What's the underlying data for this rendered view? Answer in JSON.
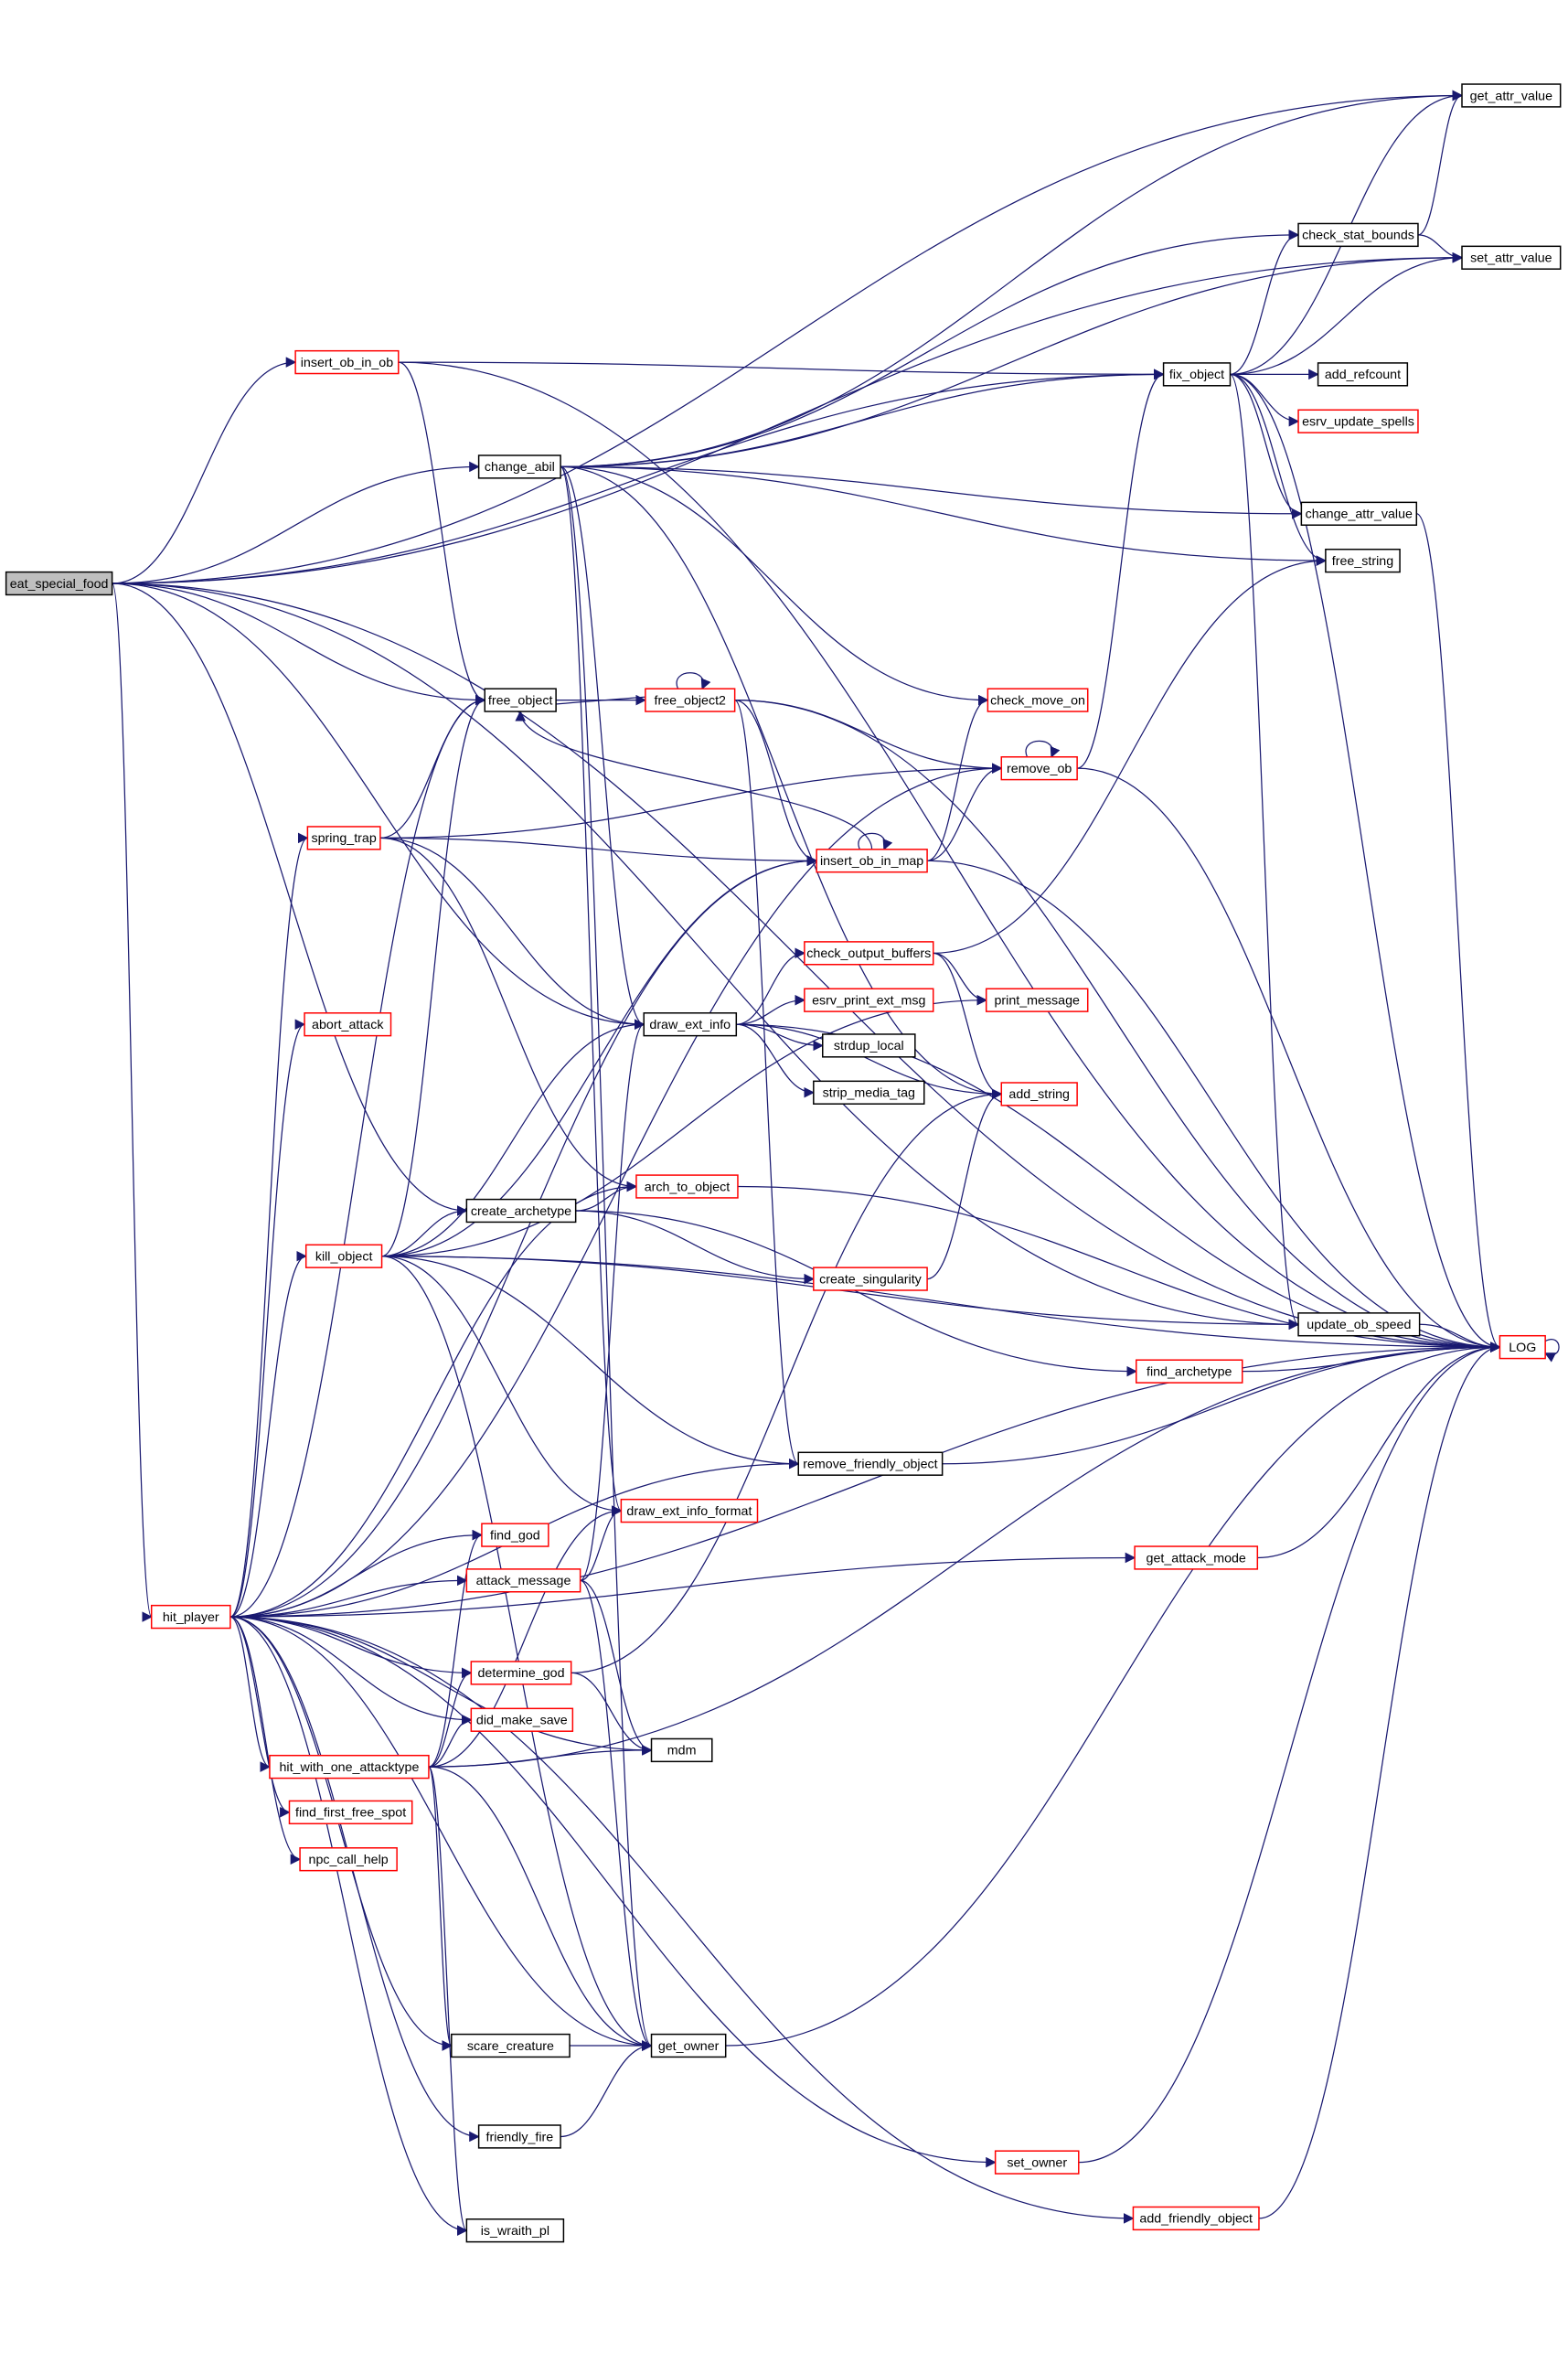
{
  "graph": {
    "title": "eat_special_food call graph",
    "colors": {
      "edge": "#191970",
      "truncated_border": "#ff0000",
      "root_fill": "#bfbfbf"
    },
    "nodes": [
      {
        "id": "eat_special_food",
        "label": "eat_special_food",
        "kind": "root"
      },
      {
        "id": "get_attr_value",
        "label": "get_attr_value",
        "kind": "normal"
      },
      {
        "id": "set_attr_value",
        "label": "set_attr_value",
        "kind": "normal"
      },
      {
        "id": "check_stat_bounds",
        "label": "check_stat_bounds",
        "kind": "normal"
      },
      {
        "id": "fix_object",
        "label": "fix_object",
        "kind": "normal"
      },
      {
        "id": "add_refcount",
        "label": "add_refcount",
        "kind": "normal"
      },
      {
        "id": "esrv_update_spells",
        "label": "esrv_update_spells",
        "kind": "truncated"
      },
      {
        "id": "change_attr_value",
        "label": "change_attr_value",
        "kind": "normal"
      },
      {
        "id": "free_string",
        "label": "free_string",
        "kind": "normal"
      },
      {
        "id": "insert_ob_in_ob",
        "label": "insert_ob_in_ob",
        "kind": "truncated"
      },
      {
        "id": "change_abil",
        "label": "change_abil",
        "kind": "normal"
      },
      {
        "id": "free_object",
        "label": "free_object",
        "kind": "normal"
      },
      {
        "id": "free_object2",
        "label": "free_object2",
        "kind": "truncated"
      },
      {
        "id": "check_move_on",
        "label": "check_move_on",
        "kind": "truncated"
      },
      {
        "id": "remove_ob",
        "label": "remove_ob",
        "kind": "truncated"
      },
      {
        "id": "spring_trap",
        "label": "spring_trap",
        "kind": "truncated"
      },
      {
        "id": "insert_ob_in_map",
        "label": "insert_ob_in_map",
        "kind": "truncated"
      },
      {
        "id": "check_output_buffers",
        "label": "check_output_buffers",
        "kind": "truncated"
      },
      {
        "id": "print_message",
        "label": "print_message",
        "kind": "truncated"
      },
      {
        "id": "esrv_print_ext_msg",
        "label": "esrv_print_ext_msg",
        "kind": "truncated"
      },
      {
        "id": "draw_ext_info",
        "label": "draw_ext_info",
        "kind": "normal"
      },
      {
        "id": "strdup_local",
        "label": "strdup_local",
        "kind": "normal"
      },
      {
        "id": "strip_media_tag",
        "label": "strip_media_tag",
        "kind": "normal"
      },
      {
        "id": "add_string",
        "label": "add_string",
        "kind": "truncated"
      },
      {
        "id": "abort_attack",
        "label": "abort_attack",
        "kind": "truncated"
      },
      {
        "id": "arch_to_object",
        "label": "arch_to_object",
        "kind": "truncated"
      },
      {
        "id": "create_archetype",
        "label": "create_archetype",
        "kind": "normal"
      },
      {
        "id": "kill_object",
        "label": "kill_object",
        "kind": "truncated"
      },
      {
        "id": "create_singularity",
        "label": "create_singularity",
        "kind": "truncated"
      },
      {
        "id": "update_ob_speed",
        "label": "update_ob_speed",
        "kind": "normal"
      },
      {
        "id": "LOG",
        "label": "LOG",
        "kind": "truncated"
      },
      {
        "id": "find_archetype",
        "label": "find_archetype",
        "kind": "truncated"
      },
      {
        "id": "remove_friendly_object",
        "label": "remove_friendly_object",
        "kind": "normal"
      },
      {
        "id": "draw_ext_info_format",
        "label": "draw_ext_info_format",
        "kind": "truncated"
      },
      {
        "id": "get_attack_mode",
        "label": "get_attack_mode",
        "kind": "truncated"
      },
      {
        "id": "find_god",
        "label": "find_god",
        "kind": "truncated"
      },
      {
        "id": "attack_message",
        "label": "attack_message",
        "kind": "truncated"
      },
      {
        "id": "hit_player",
        "label": "hit_player",
        "kind": "truncated"
      },
      {
        "id": "determine_god",
        "label": "determine_god",
        "kind": "truncated"
      },
      {
        "id": "did_make_save",
        "label": "did_make_save",
        "kind": "truncated"
      },
      {
        "id": "mdm",
        "label": "mdm",
        "kind": "normal"
      },
      {
        "id": "hit_with_one_attacktype",
        "label": "hit_with_one_attacktype",
        "kind": "truncated"
      },
      {
        "id": "find_first_free_spot",
        "label": "find_first_free_spot",
        "kind": "truncated"
      },
      {
        "id": "npc_call_help",
        "label": "npc_call_help",
        "kind": "truncated"
      },
      {
        "id": "scare_creature",
        "label": "scare_creature",
        "kind": "normal"
      },
      {
        "id": "get_owner",
        "label": "get_owner",
        "kind": "normal"
      },
      {
        "id": "friendly_fire",
        "label": "friendly_fire",
        "kind": "normal"
      },
      {
        "id": "set_owner",
        "label": "set_owner",
        "kind": "truncated"
      },
      {
        "id": "add_friendly_object",
        "label": "add_friendly_object",
        "kind": "truncated"
      },
      {
        "id": "is_wraith_pl",
        "label": "is_wraith_pl",
        "kind": "normal"
      }
    ],
    "edges": [
      [
        "eat_special_food",
        "get_attr_value"
      ],
      [
        "eat_special_food",
        "set_attr_value"
      ],
      [
        "eat_special_food",
        "fix_object"
      ],
      [
        "eat_special_food",
        "insert_ob_in_ob"
      ],
      [
        "eat_special_food",
        "change_abil"
      ],
      [
        "eat_special_food",
        "free_object"
      ],
      [
        "eat_special_food",
        "draw_ext_info"
      ],
      [
        "eat_special_food",
        "create_archetype"
      ],
      [
        "eat_special_food",
        "hit_player"
      ],
      [
        "eat_special_food",
        "LOG"
      ],
      [
        "eat_special_food",
        "update_ob_speed"
      ],
      [
        "insert_ob_in_ob",
        "fix_object"
      ],
      [
        "insert_ob_in_ob",
        "free_object"
      ],
      [
        "insert_ob_in_ob",
        "LOG"
      ],
      [
        "change_abil",
        "check_stat_bounds"
      ],
      [
        "change_abil",
        "set_attr_value"
      ],
      [
        "change_abil",
        "get_attr_value"
      ],
      [
        "change_abil",
        "fix_object"
      ],
      [
        "change_abil",
        "change_attr_value"
      ],
      [
        "change_abil",
        "free_string"
      ],
      [
        "change_abil",
        "check_move_on"
      ],
      [
        "change_abil",
        "draw_ext_info"
      ],
      [
        "change_abil",
        "draw_ext_info_format"
      ],
      [
        "change_abil",
        "get_owner"
      ],
      [
        "change_abil",
        "add_string"
      ],
      [
        "fix_object",
        "get_attr_value"
      ],
      [
        "fix_object",
        "check_stat_bounds"
      ],
      [
        "fix_object",
        "set_attr_value"
      ],
      [
        "fix_object",
        "add_refcount"
      ],
      [
        "fix_object",
        "esrv_update_spells"
      ],
      [
        "fix_object",
        "change_attr_value"
      ],
      [
        "fix_object",
        "free_string"
      ],
      [
        "fix_object",
        "LOG"
      ],
      [
        "fix_object",
        "update_ob_speed"
      ],
      [
        "check_stat_bounds",
        "get_attr_value"
      ],
      [
        "check_stat_bounds",
        "set_attr_value"
      ],
      [
        "change_attr_value",
        "LOG"
      ],
      [
        "free_object",
        "free_object2"
      ],
      [
        "free_object2",
        "free_object"
      ],
      [
        "free_object2",
        "free_object2"
      ],
      [
        "free_object2",
        "remove_ob"
      ],
      [
        "free_object2",
        "insert_ob_in_map"
      ],
      [
        "free_object2",
        "LOG"
      ],
      [
        "free_object2",
        "remove_friendly_object"
      ],
      [
        "remove_ob",
        "remove_ob"
      ],
      [
        "remove_ob",
        "fix_object"
      ],
      [
        "remove_ob",
        "LOG"
      ],
      [
        "insert_ob_in_map",
        "insert_ob_in_map"
      ],
      [
        "insert_ob_in_map",
        "free_object"
      ],
      [
        "insert_ob_in_map",
        "check_move_on"
      ],
      [
        "insert_ob_in_map",
        "remove_ob"
      ],
      [
        "insert_ob_in_map",
        "LOG"
      ],
      [
        "spring_trap",
        "free_object"
      ],
      [
        "spring_trap",
        "remove_ob"
      ],
      [
        "spring_trap",
        "insert_ob_in_map"
      ],
      [
        "spring_trap",
        "draw_ext_info"
      ],
      [
        "spring_trap",
        "arch_to_object"
      ],
      [
        "draw_ext_info",
        "check_output_buffers"
      ],
      [
        "draw_ext_info",
        "esrv_print_ext_msg"
      ],
      [
        "draw_ext_info",
        "strdup_local"
      ],
      [
        "draw_ext_info",
        "strip_media_tag"
      ],
      [
        "draw_ext_info",
        "add_string"
      ],
      [
        "draw_ext_info",
        "LOG"
      ],
      [
        "check_output_buffers",
        "print_message"
      ],
      [
        "check_output_buffers",
        "add_string"
      ],
      [
        "check_output_buffers",
        "free_string"
      ],
      [
        "create_singularity",
        "add_string"
      ],
      [
        "arch_to_object",
        "LOG"
      ],
      [
        "create_archetype",
        "arch_to_object"
      ],
      [
        "create_archetype",
        "create_singularity"
      ],
      [
        "create_archetype",
        "find_archetype"
      ],
      [
        "kill_object",
        "free_object"
      ],
      [
        "kill_object",
        "insert_ob_in_map"
      ],
      [
        "kill_object",
        "draw_ext_info"
      ],
      [
        "kill_object",
        "create_archetype"
      ],
      [
        "kill_object",
        "update_ob_speed"
      ],
      [
        "kill_object",
        "LOG"
      ],
      [
        "kill_object",
        "remove_friendly_object"
      ],
      [
        "kill_object",
        "draw_ext_info_format"
      ],
      [
        "kill_object",
        "get_owner"
      ],
      [
        "kill_object",
        "print_message"
      ],
      [
        "find_archetype",
        "LOG"
      ],
      [
        "update_ob_speed",
        "LOG"
      ],
      [
        "remove_friendly_object",
        "LOG"
      ],
      [
        "get_attack_mode",
        "LOG"
      ],
      [
        "attack_message",
        "draw_ext_info_format"
      ],
      [
        "attack_message",
        "mdm"
      ],
      [
        "attack_message",
        "get_owner"
      ],
      [
        "attack_message",
        "draw_ext_info"
      ],
      [
        "determine_god",
        "add_string"
      ],
      [
        "determine_god",
        "mdm"
      ],
      [
        "hit_player",
        "spring_trap"
      ],
      [
        "hit_player",
        "abort_attack"
      ],
      [
        "hit_player",
        "kill_object"
      ],
      [
        "hit_player",
        "remove_friendly_object"
      ],
      [
        "hit_player",
        "find_god"
      ],
      [
        "hit_player",
        "attack_message"
      ],
      [
        "hit_player",
        "get_attack_mode"
      ],
      [
        "hit_player",
        "determine_god"
      ],
      [
        "hit_player",
        "did_make_save"
      ],
      [
        "hit_player",
        "hit_with_one_attacktype"
      ],
      [
        "hit_player",
        "find_first_free_spot"
      ],
      [
        "hit_player",
        "npc_call_help"
      ],
      [
        "hit_player",
        "mdm"
      ],
      [
        "hit_player",
        "scare_creature"
      ],
      [
        "hit_player",
        "get_owner"
      ],
      [
        "hit_player",
        "friendly_fire"
      ],
      [
        "hit_player",
        "set_owner"
      ],
      [
        "hit_player",
        "add_friendly_object"
      ],
      [
        "hit_player",
        "is_wraith_pl"
      ],
      [
        "hit_player",
        "LOG"
      ],
      [
        "hit_player",
        "free_object"
      ],
      [
        "hit_player",
        "insert_ob_in_map"
      ],
      [
        "hit_player",
        "remove_ob"
      ],
      [
        "hit_player",
        "arch_to_object"
      ],
      [
        "hit_with_one_attacktype",
        "find_god"
      ],
      [
        "hit_with_one_attacktype",
        "determine_god"
      ],
      [
        "hit_with_one_attacktype",
        "did_make_save"
      ],
      [
        "hit_with_one_attacktype",
        "mdm"
      ],
      [
        "hit_with_one_attacktype",
        "draw_ext_info_format"
      ],
      [
        "hit_with_one_attacktype",
        "LOG"
      ],
      [
        "hit_with_one_attacktype",
        "scare_creature"
      ],
      [
        "hit_with_one_attacktype",
        "get_owner"
      ],
      [
        "hit_with_one_attacktype",
        "is_wraith_pl"
      ],
      [
        "scare_creature",
        "get_owner"
      ],
      [
        "friendly_fire",
        "get_owner"
      ],
      [
        "get_owner",
        "LOG"
      ],
      [
        "set_owner",
        "LOG"
      ],
      [
        "add_friendly_object",
        "LOG"
      ],
      [
        "LOG",
        "LOG"
      ]
    ]
  }
}
